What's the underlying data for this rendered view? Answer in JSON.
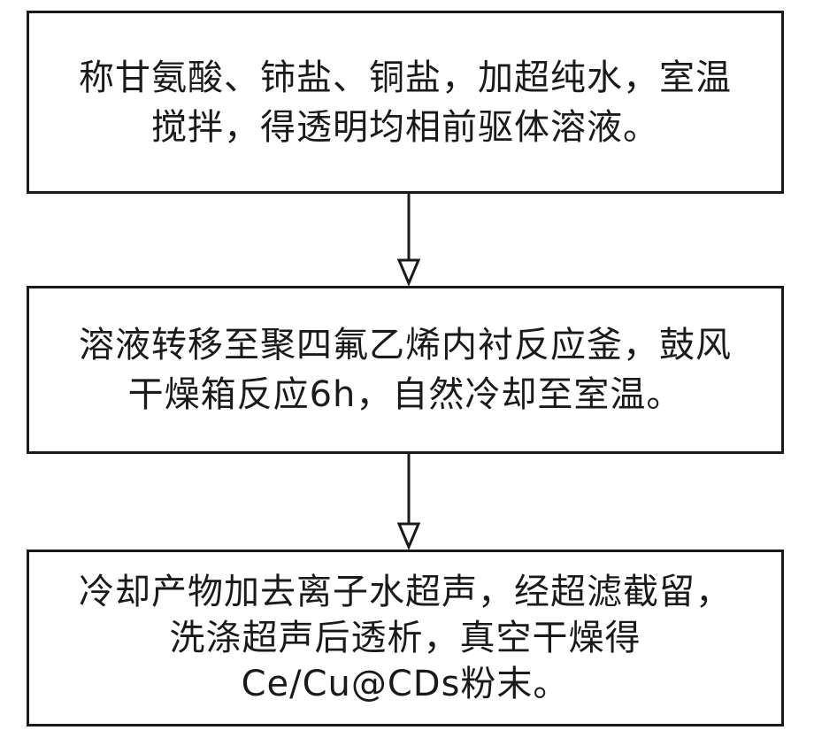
{
  "steps": [
    {
      "lines": [
        "称甘氨酸、铈盐、铜盐，加超纯水，室温",
        "搅拌，得透明均相前驱体溶液。"
      ]
    },
    {
      "lines": [
        "溶液转移至聚四氟乙烯内衬反应釜，鼓风",
        "干燥箱反应6h，自然冷却至室温。"
      ]
    },
    {
      "lines": [
        "冷却产物加去离子水超声，经超滤截留，",
        "洗涤超声后透析，真空干燥得",
        "Ce/Cu@CDs粉末。"
      ]
    }
  ],
  "colors": {
    "stroke": "#1a1a1a",
    "background": "#ffffff"
  }
}
